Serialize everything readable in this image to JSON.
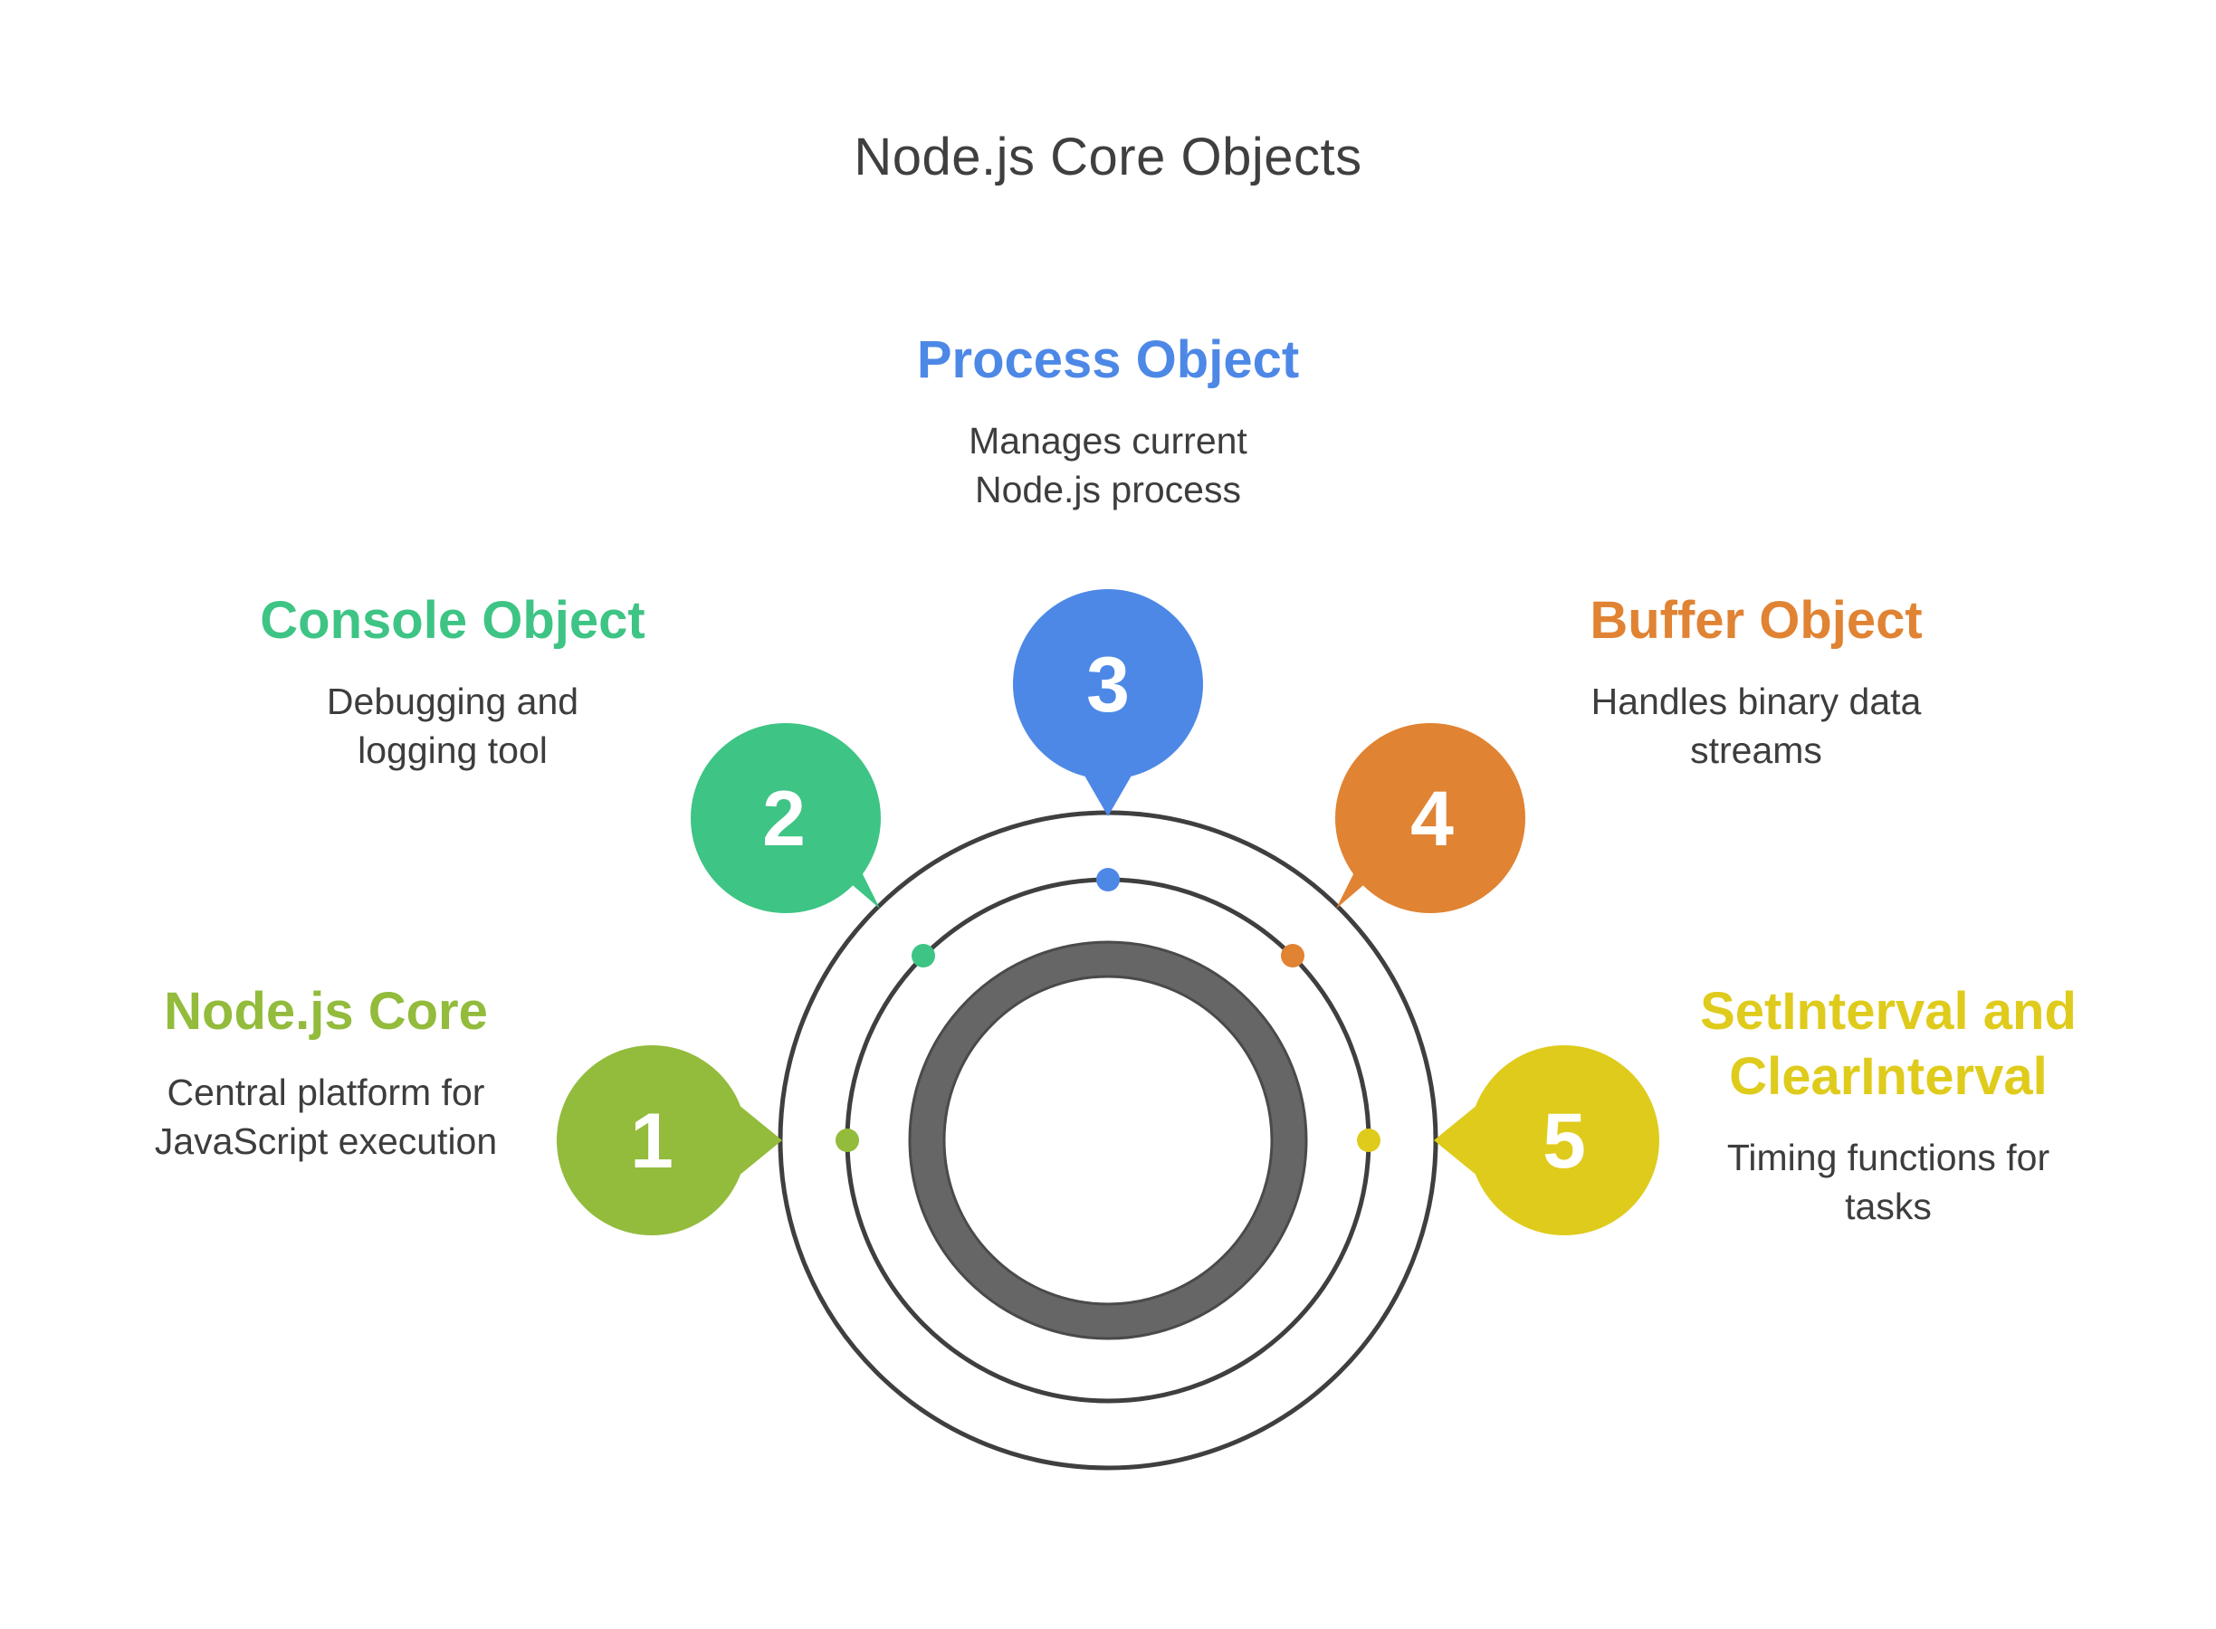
{
  "title": "Node.js Core Objects",
  "colors": {
    "ring": "#3f3f3f",
    "core_ring": "#666666",
    "item_1": "#93bb3c",
    "item_2": "#3ec484",
    "item_3": "#4d88e6",
    "item_4": "#e08333",
    "item_5": "#dfcb1b"
  },
  "items": [
    {
      "number": "1",
      "heading": "Node.js Core",
      "description": "Central platform for\nJavaScript execution",
      "color": "#93bb3c"
    },
    {
      "number": "2",
      "heading": "Console Object",
      "description": "Debugging and\nlogging tool",
      "color": "#3ec484"
    },
    {
      "number": "3",
      "heading": "Process Object",
      "description": "Manages current\nNode.js process",
      "color": "#4d88e6"
    },
    {
      "number": "4",
      "heading": "Buffer Object",
      "description": "Handles binary data\nstreams",
      "color": "#e08333"
    },
    {
      "number": "5",
      "heading": "SetInterval and\nClearInterval",
      "description": "Timing functions for\ntasks",
      "color": "#dfcb1b"
    }
  ]
}
